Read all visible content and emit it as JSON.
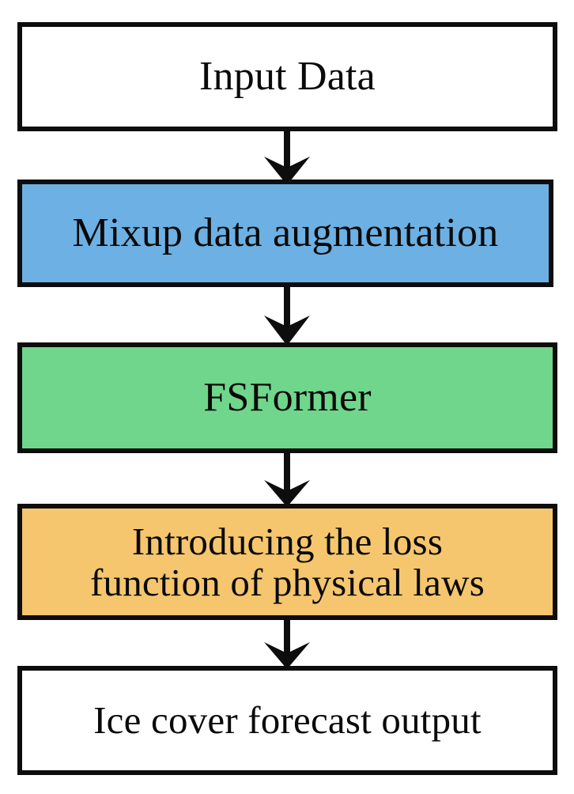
{
  "diagram": {
    "title": "FSFormer ice cover forecasting pipeline flowchart",
    "orientation": "top-to-bottom",
    "background_color": "#ffffff",
    "border_color": "#0d0d0d",
    "text_color": "#0a0a0a",
    "nodes": [
      {
        "id": "input",
        "label": "Input Data",
        "fill": "#ffffff",
        "shape": "rectangle"
      },
      {
        "id": "mixup",
        "label": "Mixup data augmentation",
        "fill": "#6db0e3",
        "shape": "rectangle"
      },
      {
        "id": "fsformer",
        "label": "FSFormer",
        "fill": "#70d68b",
        "shape": "rectangle"
      },
      {
        "id": "physloss",
        "label": "Introducing the loss\nfunction of physical laws",
        "fill": "#f5c66e",
        "shape": "rectangle"
      },
      {
        "id": "output",
        "label": "Ice cover forecast output",
        "fill": "#ffffff",
        "shape": "rectangle"
      }
    ],
    "edges": [
      {
        "id": "edge-1",
        "from": "input",
        "to": "mixup",
        "style": "solid-arrow-down"
      },
      {
        "id": "edge-2",
        "from": "mixup",
        "to": "fsformer",
        "style": "solid-arrow-down"
      },
      {
        "id": "edge-3",
        "from": "fsformer",
        "to": "physloss",
        "style": "solid-arrow-down"
      },
      {
        "id": "edge-4",
        "from": "physloss",
        "to": "output",
        "style": "solid-arrow-down"
      }
    ]
  }
}
